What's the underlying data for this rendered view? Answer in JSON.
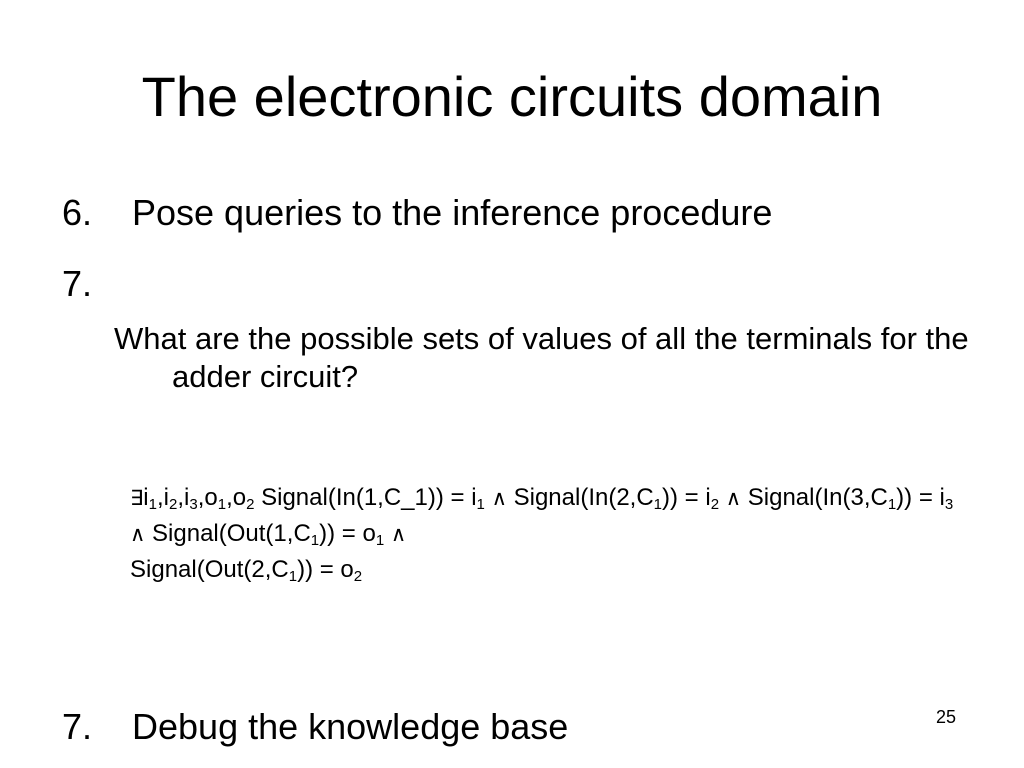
{
  "slide": {
    "title": "The electronic circuits domain",
    "items": [
      {
        "number": "6.",
        "text": "Pose queries to the inference procedure"
      },
      {
        "number": "7.",
        "text": ""
      },
      {
        "number": "7.",
        "text": "Debug the knowledge base"
      }
    ],
    "sub_point": "What are the possible sets of values of all the terminals for the adder circuit?",
    "formula": {
      "exists": "∃",
      "and": "∧",
      "parts": {
        "i": "i",
        "o": "o",
        "comma": ",",
        "one": "1",
        "two": "2",
        "three": "3",
        "sig_in1": " Signal(In(1,C_1)) = ",
        "sig_in2": " Signal(In(2,C",
        "close_eq": ")) = ",
        "sig_in3": " Signal(In(3,C",
        "sig_out1": " Signal(Out(1,C",
        "sig_out2": "Signal(Out(2,C",
        "space": " "
      }
    },
    "page_number": "25"
  }
}
